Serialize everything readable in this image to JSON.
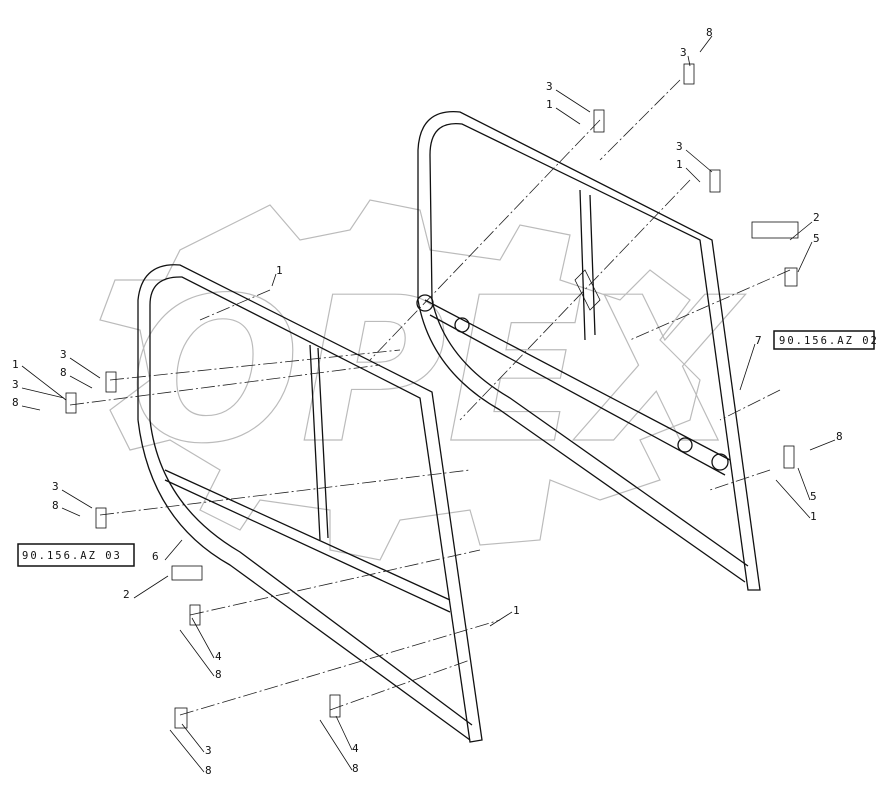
{
  "watermark": {
    "text": "OPEX",
    "color": "#bbbbbb"
  },
  "reference_boxes": [
    "90.156.AZ 02",
    "90.156.AZ 03"
  ],
  "callouts": [
    "8",
    "3",
    "3",
    "1",
    "3",
    "1",
    "2",
    "5",
    "1",
    "7",
    "1",
    "3",
    "8",
    "3",
    "8",
    "3",
    "8",
    "6",
    "2",
    "8",
    "5",
    "1",
    "4",
    "8",
    "1",
    "3",
    "8",
    "4",
    "8"
  ]
}
